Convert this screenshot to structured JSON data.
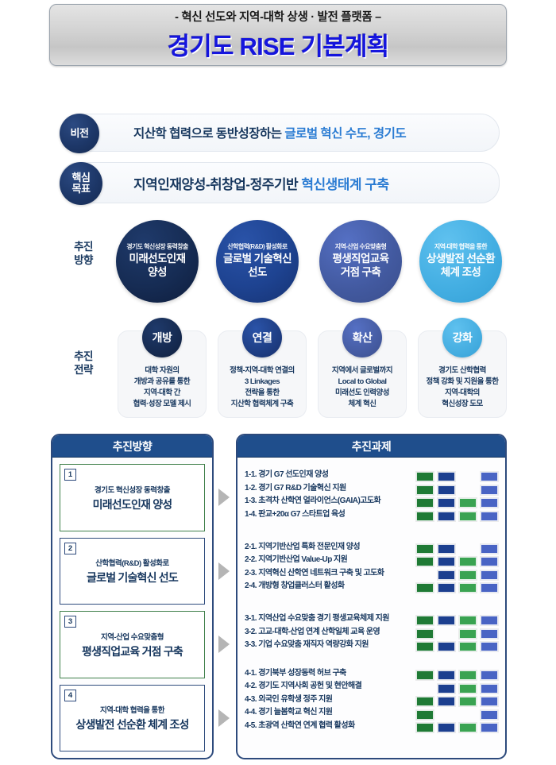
{
  "title": {
    "subtitle": "- 혁신 선도와 지역-대학 상생 · 발전 플랫폼 –",
    "main": "경기도 RISE 기본계획"
  },
  "vision": {
    "badge": [
      "비",
      "전"
    ],
    "badge_label": "비전",
    "text_plain": "지산학 협력으로 동반성장하는 ",
    "text_highlight": "글로벌 혁신 수도, 경기도"
  },
  "core_goal": {
    "badge_line1": "핵심",
    "badge_line2": "목표",
    "badge_label": "핵심목표",
    "text_plain": "지역인재양성-취창업-정주기반 ",
    "text_highlight": "혁신생태계 구축"
  },
  "side_labels": {
    "direction_line1": "추진",
    "direction_line2": "방향",
    "strategy_line1": "추진",
    "strategy_line2": "전략"
  },
  "directions": [
    {
      "top": "경기도 혁신성장 동력창출",
      "main": "미래선도인재\n양성",
      "color": "#16294d"
    },
    {
      "top": "산학협력(R&D) 활성화로",
      "main": "글로벌 기술혁신\n선도",
      "color": "#1e4391"
    },
    {
      "top": "지역-산업 수요맞춤형",
      "main": "평생직업교육\n거점 구축",
      "color": "#42599f"
    },
    {
      "top": "지역-대학 협력을 통한",
      "main": "상생발전 선순환\n체계 조성",
      "color": "#43aee2"
    }
  ],
  "strategies": [
    {
      "pill": "개방",
      "body": "대학 자원의\n개방과 공유를 통한\n지역-대학 간\n협력·성장 모델 제시"
    },
    {
      "pill": "연결",
      "body": "정책-지역-대학 연결의\n3 Linkages\n전략을 통한\n지산학 협력체계 구축"
    },
    {
      "pill": "확산",
      "body": "지역에서 글로벌까지\nLocal to Global\n미래선도 인력양성\n체계 혁신"
    },
    {
      "pill": "강화",
      "body": "경기도 산학협력\n정책 강화 및 지원을 통한\n지역-대학의\n혁신성장 도모"
    }
  ],
  "bottom": {
    "left_header": "추진방향",
    "right_header": "추진과제",
    "legend_colors": {
      "green_dark": "#1f7a35",
      "blue_dark": "#1c3f8f",
      "green_light": "#3aa352",
      "blue_light": "#4964c4"
    },
    "groups": [
      {
        "number": "1",
        "sub": "경기도 혁신성장 동력창출",
        "main": "미래선도인재 양성",
        "border": "green",
        "tasks": [
          "1-1. 경기 G7 선도인재 양성",
          "1-2. 경기 G7 R&D 기술혁신 지원",
          "1-3. 초격차 산학연 얼라이언스(GAIA)고도화",
          "1-4. 판교+20α G7 스타트업 육성"
        ],
        "grid": [
          [
            1,
            1,
            0,
            1
          ],
          [
            1,
            1,
            0,
            1
          ],
          [
            1,
            1,
            1,
            1
          ],
          [
            1,
            1,
            1,
            1
          ]
        ]
      },
      {
        "number": "2",
        "sub": "산학협력(R&D) 활성화로",
        "main": "글로벌 기술혁신 선도",
        "border": "navy",
        "tasks": [
          "2-1. 지역기반산업 특화 전문인재 양성",
          "2-2. 지역기반산업 Value-Up 지원",
          "2-3. 지역혁신 산학연 네트워크 구축 및 고도화",
          "2-4. 개방형 창업클러스터 활성화"
        ],
        "grid": [
          [
            1,
            1,
            0,
            1
          ],
          [
            1,
            1,
            1,
            1
          ],
          [
            0,
            1,
            1,
            1
          ],
          [
            1,
            1,
            1,
            1
          ]
        ]
      },
      {
        "number": "3",
        "sub": "지역-산업 수요맞춤형",
        "main": "평생직업교육 거점 구축",
        "border": "green",
        "tasks": [
          "3-1. 지역산업 수요맞춤 경기 평생교육체제 지원",
          "3-2. 고교-대학-산업 연계 산학일체 교육 운영",
          "3-3. 기업 수요맞춤 재직자 역량강화 지원"
        ],
        "grid": [
          [
            1,
            1,
            1,
            1
          ],
          [
            1,
            0,
            1,
            1
          ],
          [
            1,
            1,
            1,
            1
          ]
        ]
      },
      {
        "number": "4",
        "sub": "지역-대학 협력을 통한",
        "main": "상생발전 선순환 체계 조성",
        "border": "navy",
        "tasks": [
          "4-1. 경기북부 성장동력 허브 구축",
          "4-2. 경기도 지역사회 공헌 및 현안해결",
          "4-3. 외국인 유학생 정주 지원",
          "4-4. 경기 늘봄학교 혁신 지원",
          "4-5. 초광역 산학연 연계 협력 활성화"
        ],
        "grid": [
          [
            1,
            1,
            1,
            1
          ],
          [
            0,
            1,
            1,
            1
          ],
          [
            1,
            1,
            1,
            1
          ],
          [
            1,
            0,
            0,
            1
          ],
          [
            1,
            1,
            1,
            1
          ]
        ]
      }
    ]
  }
}
